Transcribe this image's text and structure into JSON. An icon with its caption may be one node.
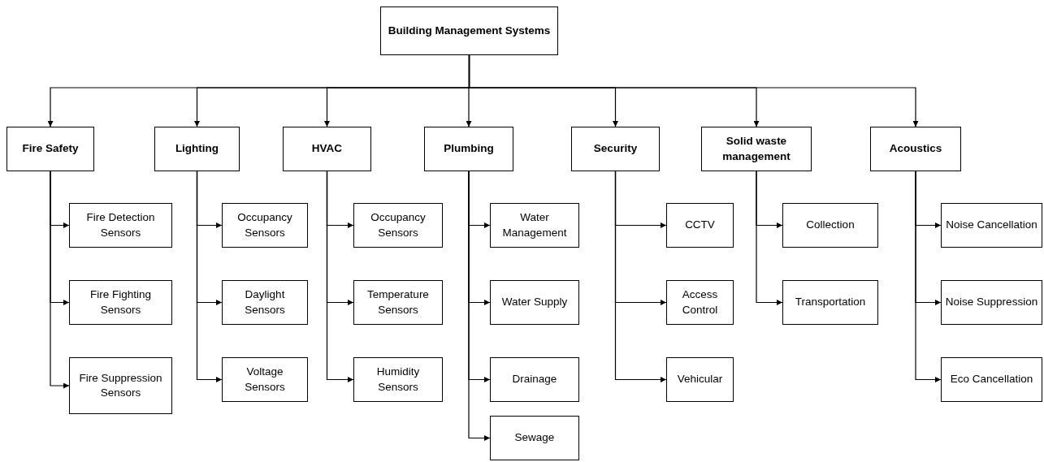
{
  "diagram": {
    "nodes": [
      {
        "text": [
          "Building Management Systems"
        ]
      },
      {
        "text": [
          "Fire Safety"
        ]
      },
      {
        "text": [
          "Lighting"
        ]
      },
      {
        "text": [
          "HVAC"
        ]
      },
      {
        "text": [
          "Plumbing"
        ]
      },
      {
        "text": [
          "Security"
        ]
      },
      {
        "text": [
          "Solid waste management"
        ]
      },
      {
        "text": [
          "Acoustics"
        ]
      },
      {
        "text": [
          "Fire Detection Sensors"
        ]
      },
      {
        "text": [
          "Fire Fighting Sensors"
        ]
      },
      {
        "text": [
          "Fire Suppression Sensors"
        ]
      },
      {
        "text": [
          "Occupancy Sensors"
        ]
      },
      {
        "text": [
          "Daylight Sensors"
        ]
      },
      {
        "text": [
          "Voltage Sensors"
        ]
      },
      {
        "text": [
          "Occupancy Sensors"
        ]
      },
      {
        "text": [
          "Temperature Sensors"
        ]
      },
      {
        "text": [
          "Humidity Sensors"
        ]
      },
      {
        "text": [
          "Water Management"
        ]
      },
      {
        "text": [
          "Water Supply"
        ]
      },
      {
        "text": [
          "Drainage"
        ]
      },
      {
        "text": [
          "Sewage"
        ]
      },
      {
        "text": [
          "CCTV"
        ]
      },
      {
        "text": [
          "Access Control"
        ]
      },
      {
        "text": [
          "Vehicular"
        ]
      },
      {
        "text": [
          "Collection"
        ]
      },
      {
        "text": [
          "Transportation"
        ]
      },
      {
        "text": [
          "Noise Cancellation"
        ]
      },
      {
        "text": [
          "Noise Suppression"
        ]
      },
      {
        "text": [
          "Eco Cancellation"
        ]
      }
    ],
    "edges": [
      {
        "from": 0,
        "to": 1,
        "arrow": "to"
      },
      {
        "from": 0,
        "to": 2,
        "arrow": "to"
      },
      {
        "from": 0,
        "to": 3,
        "arrow": "to"
      },
      {
        "from": 0,
        "to": 4,
        "arrow": "to"
      },
      {
        "from": 0,
        "to": 5,
        "arrow": "to"
      },
      {
        "from": 0,
        "to": 6,
        "arrow": "to"
      },
      {
        "from": 0,
        "to": 7,
        "arrow": "to"
      },
      {
        "from": 1,
        "to": 8,
        "arrow": "to"
      },
      {
        "from": 1,
        "to": 9,
        "arrow": "to"
      },
      {
        "from": 1,
        "to": 10,
        "arrow": "to"
      },
      {
        "from": 2,
        "to": 11,
        "arrow": "to"
      },
      {
        "from": 2,
        "to": 12,
        "arrow": "to"
      },
      {
        "from": 2,
        "to": 13,
        "arrow": "to"
      },
      {
        "from": 3,
        "to": 14,
        "arrow": "to"
      },
      {
        "from": 3,
        "to": 15,
        "arrow": "to"
      },
      {
        "from": 3,
        "to": 16,
        "arrow": "to"
      },
      {
        "from": 4,
        "to": 17,
        "arrow": "to"
      },
      {
        "from": 4,
        "to": 18,
        "arrow": "to"
      },
      {
        "from": 4,
        "to": 19,
        "arrow": "to"
      },
      {
        "from": 4,
        "to": 20,
        "arrow": "to"
      },
      {
        "from": 5,
        "to": 21,
        "arrow": "to"
      },
      {
        "from": 5,
        "to": 22,
        "arrow": "to"
      },
      {
        "from": 5,
        "to": 23,
        "arrow": "to"
      },
      {
        "from": 6,
        "to": 24,
        "arrow": "to"
      },
      {
        "from": 6,
        "to": 25,
        "arrow": "to"
      },
      {
        "from": 7,
        "to": 26,
        "arrow": "to"
      },
      {
        "from": 7,
        "to": 27,
        "arrow": "to"
      },
      {
        "from": 7,
        "to": 28,
        "arrow": "to"
      }
    ]
  }
}
